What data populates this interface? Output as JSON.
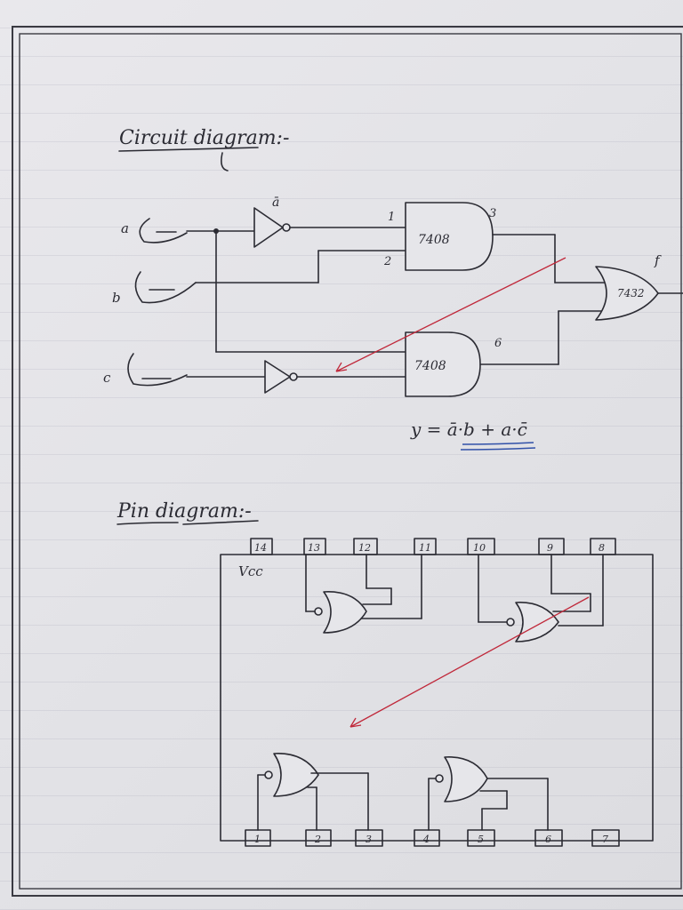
{
  "headings": {
    "circuit": "Circuit diagram:-",
    "pin": "Pin diagram:-"
  },
  "circuit": {
    "inputs": [
      "a",
      "b",
      "c"
    ],
    "not_label": "ā",
    "and_gate_label": "7408",
    "or_gate_label": "7432",
    "pins": [
      "1",
      "2",
      "3",
      "6"
    ],
    "output_label": "f",
    "equation": "y = ā·b + a·c̄"
  },
  "pin_diagram": {
    "vcc_label": "Vcc",
    "top_pins": [
      "14",
      "13",
      "12",
      "11",
      "10",
      "9",
      "8"
    ],
    "bottom_pins": [
      "1",
      "2",
      "3",
      "4",
      "5",
      "6",
      "7"
    ]
  }
}
